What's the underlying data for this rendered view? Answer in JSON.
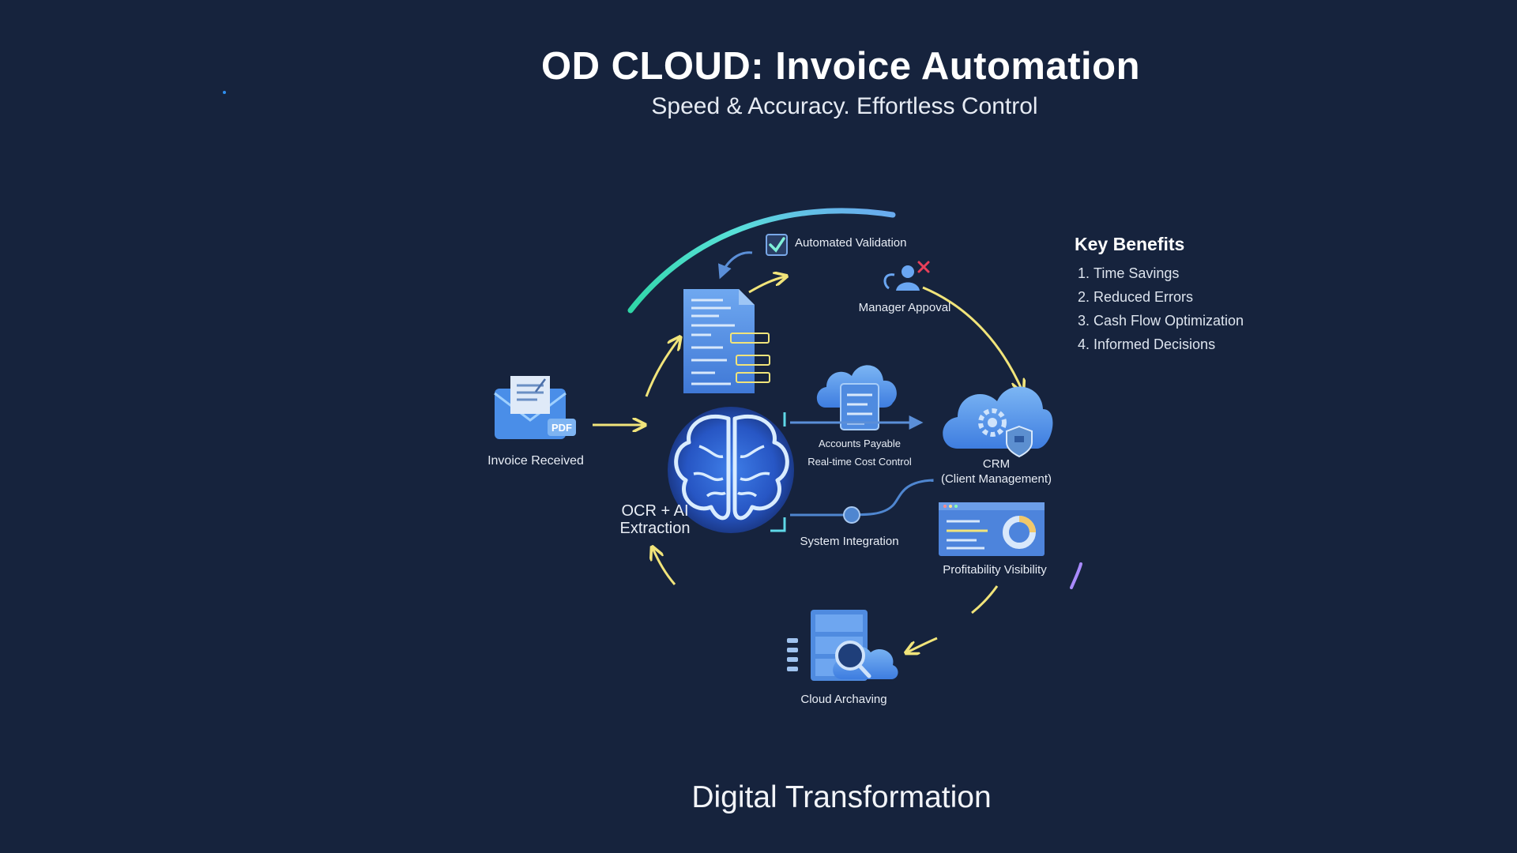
{
  "header": {
    "title": "OD CLOUD: Invoice Automation",
    "subtitle": "Speed & Accuracy. Effortless Control"
  },
  "nodes": {
    "invoice_received": "Invoice Received",
    "pdf_tag": "PDF",
    "ocr_line1": "OCR + AI",
    "ocr_line2": "Extraction",
    "automated_validation": "Automated Validation",
    "manager_approval": "Manager Appoval",
    "accounts_payable": "Accounts Payable",
    "cost_control": "Real-time Cost Control",
    "crm_line1": "CRM",
    "crm_line2": "(Client Management)",
    "system_integration": "System Integration",
    "profitability": "Profitability Visibility",
    "cloud_archiving": "Cloud Archaving"
  },
  "benefits": {
    "heading": "Key Benefits",
    "items": [
      "Time Savings",
      "Reduced Errors",
      "Cash Flow Optimization",
      "Informed Decisions"
    ]
  },
  "footer": {
    "text": "Digital Transformation"
  },
  "colors": {
    "background": "#16233d",
    "arrow": "#f1e47a",
    "accent_teal": "#3fe0c0",
    "icon_blue": "#4a8ee8",
    "reject_red": "#e8405a"
  }
}
